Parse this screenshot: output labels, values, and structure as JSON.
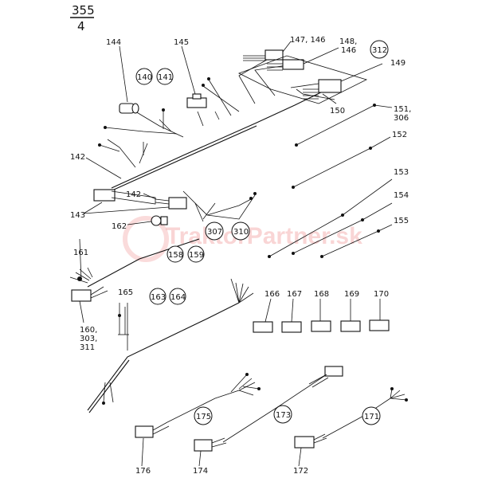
{
  "header": {
    "page_top": "355",
    "page_bottom": "4"
  },
  "watermark": "TraktorPartner.sk",
  "part_labels": {
    "p144": "144",
    "p145": "145",
    "p147": "147, 146",
    "p148a": "148,",
    "p148b": "146",
    "p149": "149",
    "p150": "150",
    "p151a": "151,",
    "p151b": "306",
    "p152": "152",
    "p153": "153",
    "p154": "154",
    "p155": "155",
    "p142a": "142",
    "p142b": "142",
    "p143": "143",
    "p162": "162",
    "p161": "161",
    "p165": "165",
    "p160a": "160,",
    "p160b": "303,",
    "p160c": "311",
    "p166": "166",
    "p167": "167",
    "p168": "168",
    "p169": "169",
    "p170": "170",
    "p176": "176",
    "p174": "174",
    "p172": "172"
  },
  "circled_labels": {
    "c140": "140",
    "c141": "141",
    "c312": "312",
    "c307": "307",
    "c310": "310",
    "c158": "158",
    "c159": "159",
    "c163": "163",
    "c164": "164",
    "c175": "175",
    "c173": "173",
    "c171": "171"
  }
}
